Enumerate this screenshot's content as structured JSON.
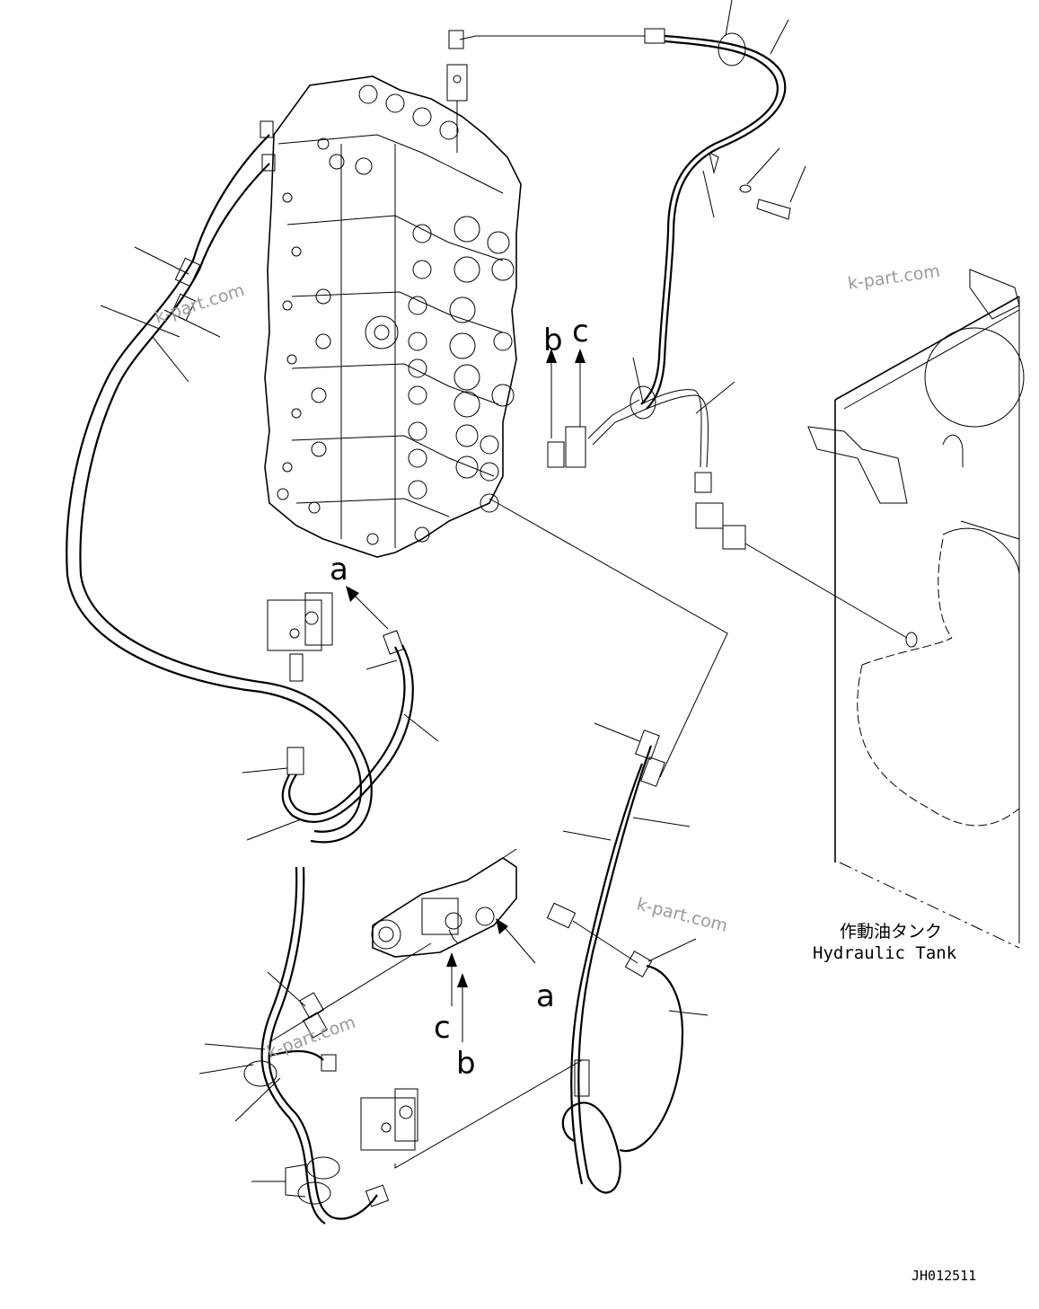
{
  "drawing": {
    "callout_letters": [
      {
        "id": "a-top",
        "text": "a"
      },
      {
        "id": "b-top",
        "text": "b"
      },
      {
        "id": "c-top",
        "text": "c"
      },
      {
        "id": "a-bottom",
        "text": "a"
      },
      {
        "id": "b-bottom",
        "text": "b"
      },
      {
        "id": "c-bottom",
        "text": "c"
      }
    ],
    "tank_label_jp": "作動油タンク",
    "tank_label_en": "Hydraulic Tank",
    "drawing_code": "JH012511",
    "watermark": "k-part.com"
  }
}
